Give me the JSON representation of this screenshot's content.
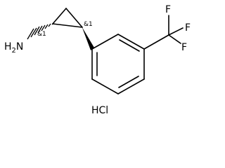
{
  "molecule": {
    "amine_label": "H2N",
    "amine_label_main": "H",
    "amine_label_sub": "2",
    "amine_label_tail": "N",
    "stereo_label_1": "&1",
    "stereo_label_2": "&1",
    "fluorine_top": "F",
    "fluorine_right": "F",
    "fluorine_bottom": "F",
    "salt": "HCl"
  }
}
